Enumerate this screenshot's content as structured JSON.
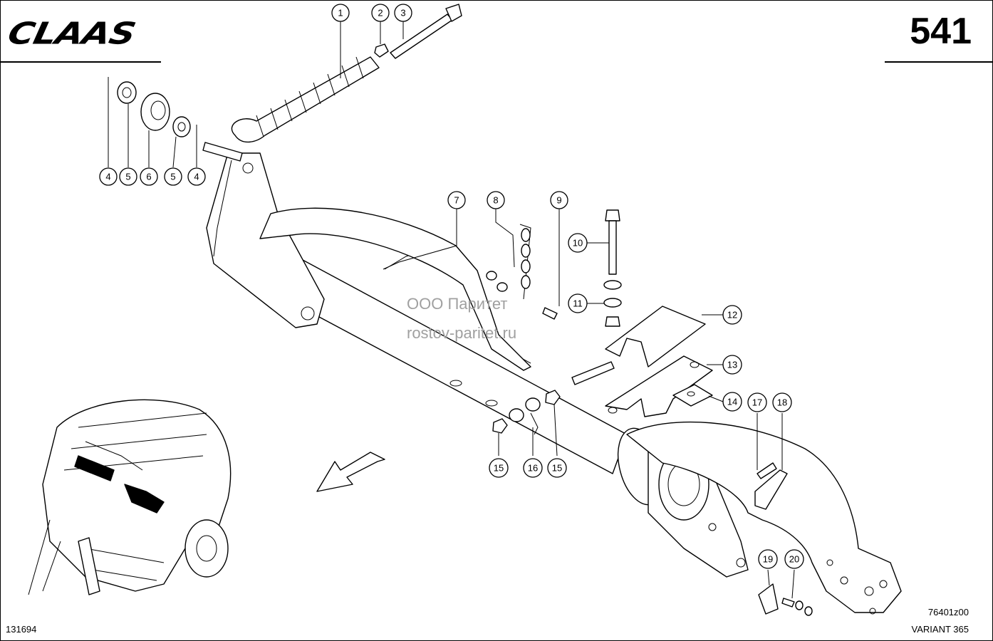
{
  "header": {
    "brand": "CLAAS",
    "page_number": "541"
  },
  "watermark": {
    "line1": "ООО Паритет",
    "line2": "rostov-paritet.ru"
  },
  "footer": {
    "drawing_code": "76401z00",
    "variant": "VARIANT 365",
    "image_number": "131694"
  },
  "callouts": [
    {
      "id": "c1",
      "label": "1"
    },
    {
      "id": "c2",
      "label": "2"
    },
    {
      "id": "c3",
      "label": "3"
    },
    {
      "id": "c4a",
      "label": "4"
    },
    {
      "id": "c5a",
      "label": "5"
    },
    {
      "id": "c6",
      "label": "6"
    },
    {
      "id": "c5b",
      "label": "5"
    },
    {
      "id": "c4b",
      "label": "4"
    },
    {
      "id": "c7",
      "label": "7"
    },
    {
      "id": "c8",
      "label": "8"
    },
    {
      "id": "c9",
      "label": "9"
    },
    {
      "id": "c10",
      "label": "10"
    },
    {
      "id": "c11",
      "label": "11"
    },
    {
      "id": "c12",
      "label": "12"
    },
    {
      "id": "c13",
      "label": "13"
    },
    {
      "id": "c14",
      "label": "14"
    },
    {
      "id": "c15a",
      "label": "15"
    },
    {
      "id": "c16",
      "label": "16"
    },
    {
      "id": "c15b",
      "label": "15"
    },
    {
      "id": "c17",
      "label": "17"
    },
    {
      "id": "c18",
      "label": "18"
    },
    {
      "id": "c19",
      "label": "19"
    },
    {
      "id": "c20",
      "label": "20"
    }
  ]
}
